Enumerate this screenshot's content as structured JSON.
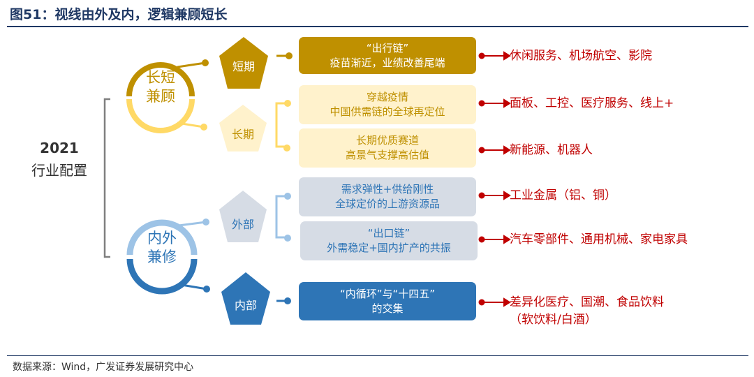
{
  "title": "图51：视线由外及内，逻辑兼顾短长",
  "footer": "数据来源：Wind，广发证券发展研究中心",
  "left": {
    "year": "2021",
    "label": "行业配置"
  },
  "groups": [
    {
      "circle": [
        "长短",
        "兼顾"
      ]
    },
    {
      "circle": [
        "内外",
        "兼修"
      ]
    }
  ],
  "categories": [
    "短期",
    "长期",
    "外部",
    "内部"
  ],
  "boxes": [
    {
      "lines": [
        "“出行链”",
        "疫苗渐近，业绩改善尾端"
      ],
      "industries": "休闲服务、机场航空、影院"
    },
    {
      "lines": [
        "穿越疫情",
        "中国供需链的全球再定位"
      ],
      "industries": "面板、工控、医疗服务、线上+"
    },
    {
      "lines": [
        "长期优质赛道",
        "高景气支撑高估值"
      ],
      "industries": "新能源、机器人"
    },
    {
      "lines": [
        "需求弹性+供给刚性",
        "全球定价的上游资源品"
      ],
      "industries": "工业金属（铝、铜）"
    },
    {
      "lines": [
        "“出口链”",
        "外需稳定+国内扩产的共振"
      ],
      "industries": "汽车零部件、通用机械、家电家具"
    },
    {
      "lines": [
        "“内循环”与“十四五”",
        "的交集"
      ],
      "industries": "差异化医疗、国潮、食品饮料",
      "industries2": "（软饮料/白酒）"
    }
  ],
  "colors": {
    "gold": "#BF9000",
    "lightyellow": "#FFF2CC",
    "grey": "#D6DCE5",
    "blue": "#2E75B6",
    "lightblue": "#9DC3E6",
    "red": "#C00000"
  }
}
